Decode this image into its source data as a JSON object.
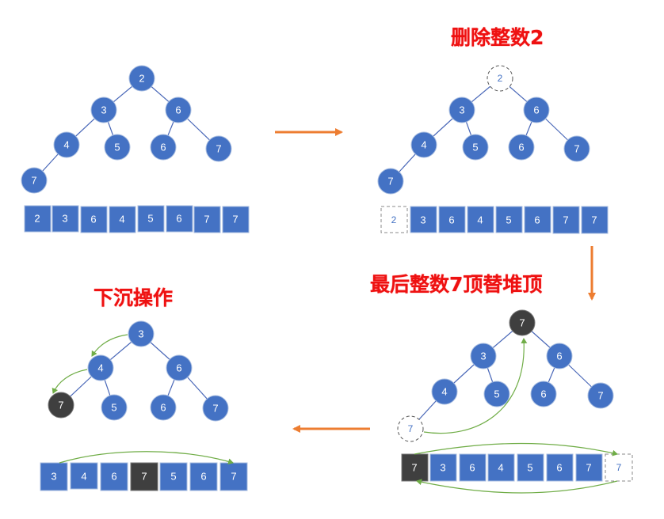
{
  "colors": {
    "node": "#4472c4",
    "node_border": "#a8bde0",
    "highlight": "#3f3f3f",
    "edge": "#4a68b8",
    "arrow": "#ed7d31",
    "move_arrow": "#70ad47",
    "dashed": "#555555",
    "ghost_text": "#4472c4",
    "title": "#ee1111"
  },
  "titles": {
    "delete": "删除整数2",
    "replace": "最后整数7顶替堆顶",
    "sink": "下沉操作"
  },
  "panels": {
    "initial": {
      "nodes": [
        "2",
        "3",
        "6",
        "4",
        "5",
        "6",
        "7",
        "7"
      ],
      "array": [
        "2",
        "3",
        "6",
        "4",
        "5",
        "6",
        "7",
        "7"
      ]
    },
    "delete": {
      "nodes": [
        "2",
        "3",
        "6",
        "4",
        "5",
        "6",
        "7",
        "7"
      ],
      "removed": "2",
      "array": [
        "2",
        "3",
        "6",
        "4",
        "5",
        "6",
        "7",
        "7"
      ]
    },
    "replace": {
      "nodes": [
        "7",
        "3",
        "6",
        "4",
        "5",
        "6",
        "7",
        "7"
      ],
      "moved_from": "7",
      "array": [
        "7",
        "3",
        "6",
        "4",
        "5",
        "6",
        "7",
        "7"
      ]
    },
    "sink": {
      "nodes": [
        "3",
        "4",
        "6",
        "7",
        "5",
        "6",
        "7"
      ],
      "array": [
        "3",
        "4",
        "6",
        "7",
        "5",
        "6",
        "7"
      ]
    }
  }
}
